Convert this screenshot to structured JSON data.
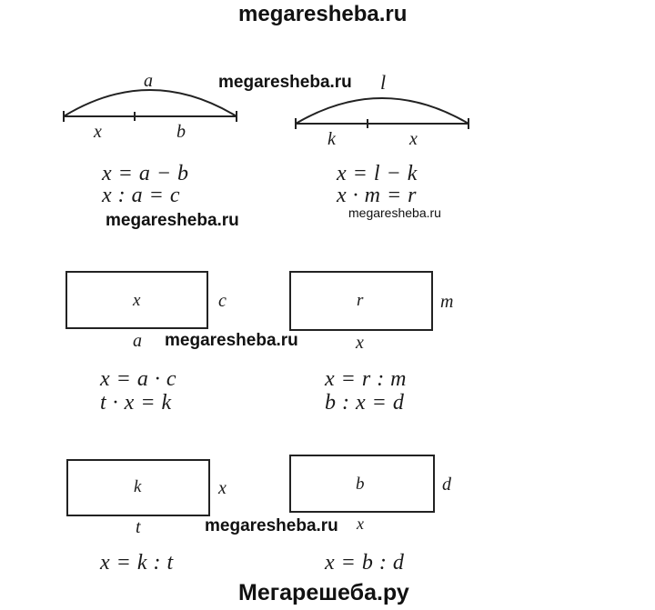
{
  "watermarks": {
    "top": "megaresheba.ru",
    "arc1": "megaresheba.ru",
    "eq1": "megaresheba.ru",
    "eq1_small": "megaresheba.ru",
    "rect1": "megaresheba.ru",
    "rect3": "megaresheba.ru",
    "bottom": "Мегарешеба.ру"
  },
  "arc_left": {
    "top": "a",
    "left_seg": "x",
    "right_seg": "b",
    "equations": [
      "x = a − b",
      "x : a = c"
    ]
  },
  "arc_right": {
    "top": "l",
    "left_seg": "k",
    "right_seg": "x",
    "equations": [
      "x = l − k",
      "x · m = r"
    ]
  },
  "rect_row1": {
    "left": {
      "inside": "x",
      "side": "c",
      "bottom": "a"
    },
    "right": {
      "inside": "r",
      "side": "m",
      "bottom": "x"
    },
    "equations_left": [
      "x = a · c",
      "t · x = k"
    ],
    "equations_right": [
      "x = r : m",
      "b : x = d"
    ]
  },
  "rect_row2": {
    "left": {
      "inside": "k",
      "side": "x",
      "bottom": "t"
    },
    "right": {
      "inside": "b",
      "side": "d",
      "bottom": "x"
    },
    "equations_left": [
      "x = k : t"
    ],
    "equations_right": [
      "x = b : d"
    ]
  }
}
